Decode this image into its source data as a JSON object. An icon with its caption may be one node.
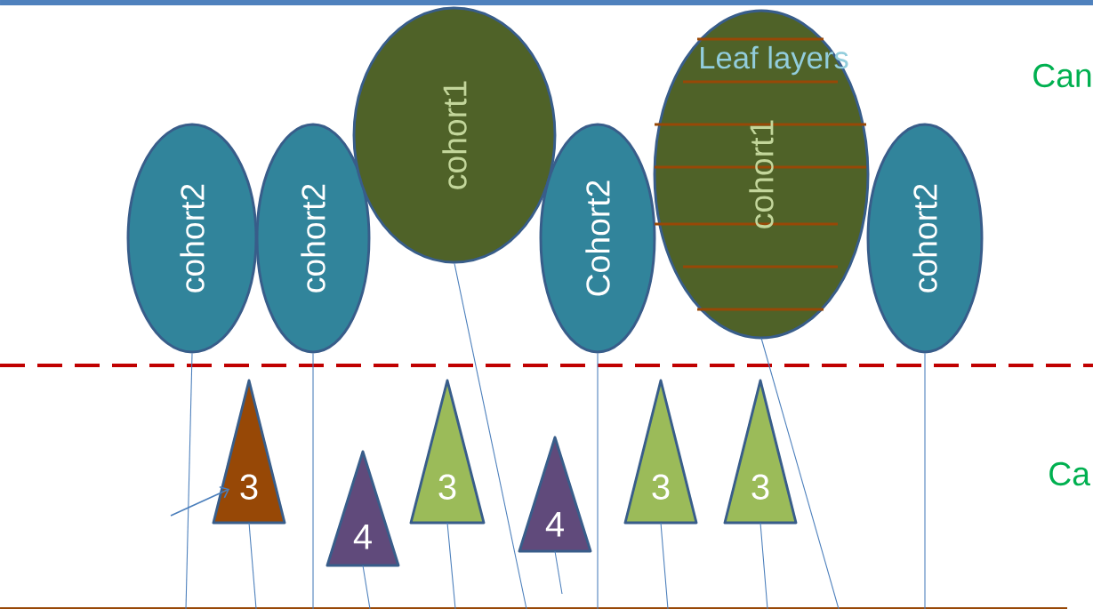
{
  "diagram": {
    "nodes": [
      {
        "text": [
          "cohort2"
        ]
      },
      {
        "text": [
          "cohort2"
        ]
      },
      {
        "text": [
          "cohort1"
        ]
      },
      {
        "text": [
          "Cohort2"
        ]
      },
      {
        "text": [
          "cohort1"
        ]
      },
      {
        "text": [
          "cohort2"
        ]
      },
      {
        "text": [
          "3"
        ]
      },
      {
        "text": [
          "4"
        ]
      },
      {
        "text": [
          "3"
        ]
      },
      {
        "text": [
          "4"
        ]
      },
      {
        "text": [
          "3"
        ]
      },
      {
        "text": [
          "3"
        ]
      }
    ],
    "edges": [
      {
        "from": 0,
        "to": null,
        "arrow": "none"
      },
      {
        "from": 1,
        "to": null,
        "arrow": "none"
      },
      {
        "from": 2,
        "to": null,
        "arrow": "none"
      },
      {
        "from": 3,
        "to": null,
        "arrow": "none"
      },
      {
        "from": 4,
        "to": null,
        "arrow": "none"
      },
      {
        "from": 5,
        "to": null,
        "arrow": "none"
      },
      {
        "from": 6,
        "to": null,
        "arrow": "none"
      },
      {
        "from": 7,
        "to": null,
        "arrow": "none"
      },
      {
        "from": 8,
        "to": null,
        "arrow": "none"
      },
      {
        "from": 9,
        "to": null,
        "arrow": "none"
      },
      {
        "from": 10,
        "to": null,
        "arrow": "none"
      },
      {
        "from": 11,
        "to": null,
        "arrow": "none"
      },
      {
        "from": null,
        "to": 6,
        "arrow": "to"
      }
    ],
    "labels": [
      "Leaf layers",
      "Can",
      "Ca"
    ]
  }
}
